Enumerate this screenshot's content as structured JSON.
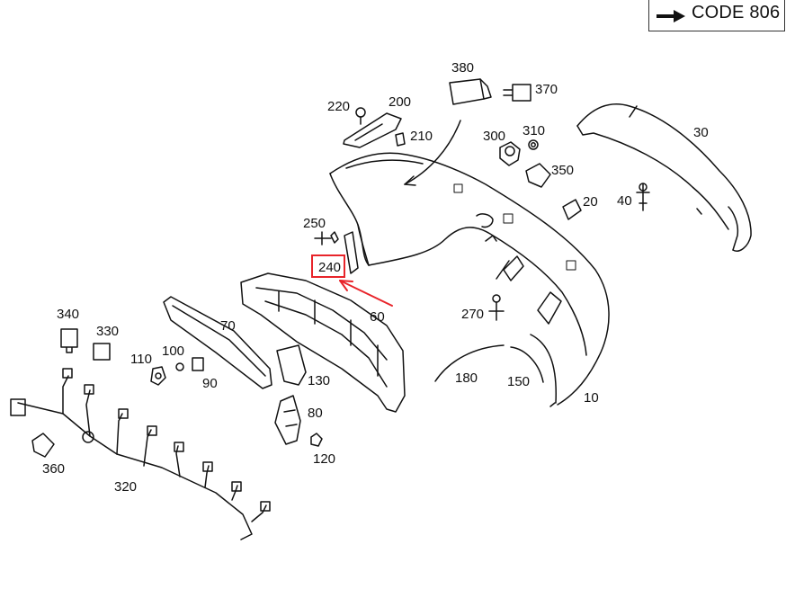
{
  "code_box": {
    "text": "CODE 806",
    "arrow_icon": "right-arrow-icon"
  },
  "highlight": {
    "part": "240",
    "color": "#e8242a"
  },
  "callouts": [
    {
      "id": "380",
      "label": "380"
    },
    {
      "id": "370",
      "label": "370"
    },
    {
      "id": "220",
      "label": "220"
    },
    {
      "id": "200",
      "label": "200"
    },
    {
      "id": "210",
      "label": "210"
    },
    {
      "id": "300",
      "label": "300"
    },
    {
      "id": "310",
      "label": "310"
    },
    {
      "id": "350",
      "label": "350"
    },
    {
      "id": "30",
      "label": "30"
    },
    {
      "id": "40",
      "label": "40"
    },
    {
      "id": "20",
      "label": "20"
    },
    {
      "id": "250",
      "label": "250"
    },
    {
      "id": "60",
      "label": "60"
    },
    {
      "id": "270",
      "label": "270"
    },
    {
      "id": "340",
      "label": "340"
    },
    {
      "id": "330",
      "label": "330"
    },
    {
      "id": "70",
      "label": "70"
    },
    {
      "id": "110",
      "label": "110"
    },
    {
      "id": "100",
      "label": "100"
    },
    {
      "id": "90",
      "label": "90"
    },
    {
      "id": "130",
      "label": "130"
    },
    {
      "id": "180",
      "label": "180"
    },
    {
      "id": "150",
      "label": "150"
    },
    {
      "id": "10",
      "label": "10"
    },
    {
      "id": "80",
      "label": "80"
    },
    {
      "id": "120",
      "label": "120"
    },
    {
      "id": "360",
      "label": "360"
    },
    {
      "id": "320",
      "label": "320"
    }
  ]
}
